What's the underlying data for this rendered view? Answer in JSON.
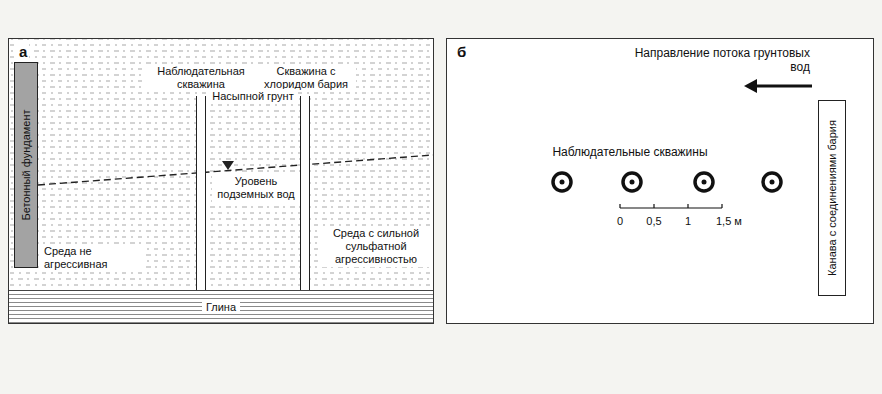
{
  "diagram": {
    "nodes": [
      {
        "text": [
          "а"
        ]
      },
      {
        "text": [
          "Бетонный фундамент"
        ],
        "in": 0
      },
      {
        "text": [
          "Наблюдательная скважина"
        ],
        "in": 0
      },
      {
        "text": [
          "Скважина с хлоридом бария"
        ],
        "in": 0
      },
      {
        "text": [
          "Глина"
        ],
        "in": 0
      },
      {
        "text": [
          "б"
        ]
      },
      {
        "text": [
          "Канава с соединениями бария"
        ],
        "in": 5
      }
    ],
    "labels": [
      "Насыпной грунт",
      "Уровень подземных вод",
      "Среда не агрессивная",
      "Среда с сильной сульфатной агрессивностью",
      "Направление потока грунтовых вод",
      "Наблюдательные скважины",
      "0",
      "0,5",
      "1",
      "1,5 м"
    ]
  }
}
